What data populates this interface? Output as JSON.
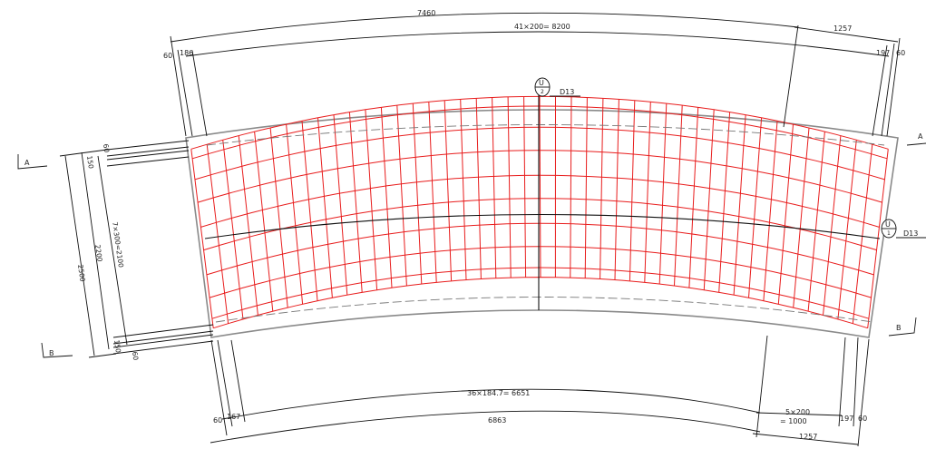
{
  "dimensions": {
    "top_overall": "7460",
    "top_spacing": "41×200= 8200",
    "top_right_segment": "1257",
    "top_left_edge": "60",
    "top_left_cover": "186",
    "top_right_cover": "197",
    "top_right_edge": "60",
    "left_overall": "2500",
    "left_inner": "2200",
    "left_spacing": "7×300=2100",
    "left_top_edge": "60",
    "left_top_cover": "150",
    "left_bottom_cover": "150",
    "left_bottom_edge": "60",
    "bottom_spacing": "36×184.7= 6651",
    "bottom_overall": "6863",
    "bottom_right_spacing_line1": "5×200",
    "bottom_right_spacing_line2": "= 1000",
    "bottom_right_segment": "1257",
    "bottom_left_edge": "60",
    "bottom_left_cover": "167",
    "bottom_right_cover": "197",
    "bottom_right_edge": "60"
  },
  "markers": {
    "upper_bar": {
      "letter": "U",
      "number": "2",
      "label": "D13"
    },
    "lower_bar": {
      "letter": "U",
      "number": "1",
      "label": "D13"
    }
  },
  "section_marks": {
    "a_left": "A",
    "a_right": "A",
    "b_left": "B",
    "b_right": "B"
  },
  "colors": {
    "rebar": "#e81d1d",
    "slab_outline": "#8a8a8a",
    "dimension_lines": "#111111"
  }
}
